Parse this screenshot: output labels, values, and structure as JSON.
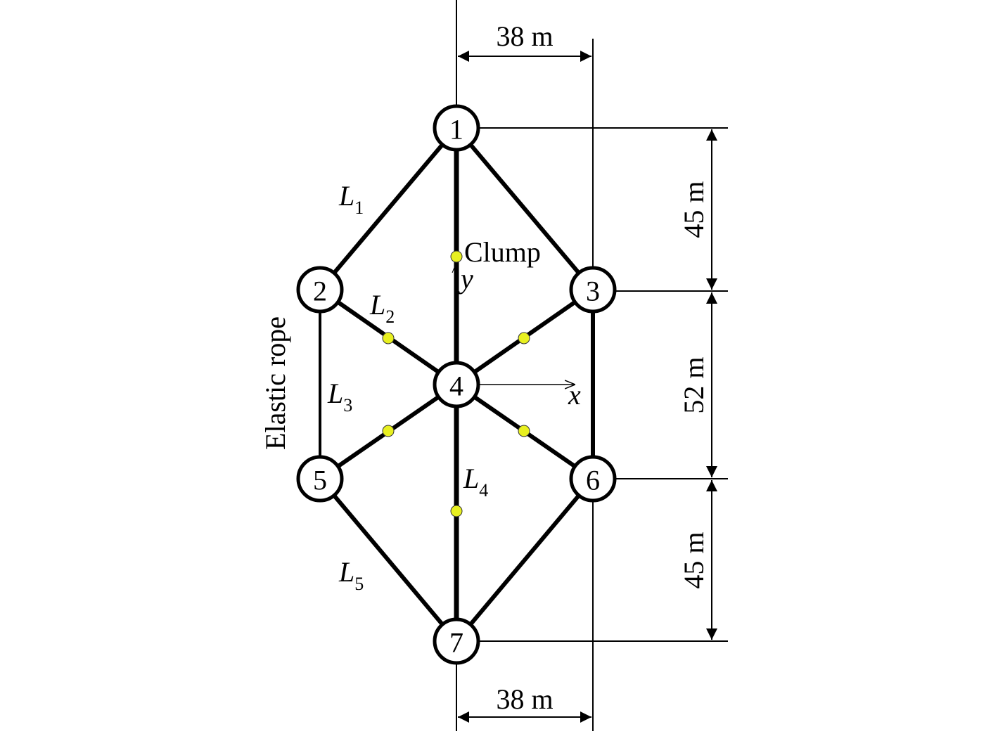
{
  "nodes": [
    "1",
    "2",
    "3",
    "4",
    "5",
    "6",
    "7"
  ],
  "rope_labels": [
    {
      "main": "L",
      "sub": "1"
    },
    {
      "main": "L",
      "sub": "2"
    },
    {
      "main": "L",
      "sub": "3"
    },
    {
      "main": "L",
      "sub": "4"
    },
    {
      "main": "L",
      "sub": "5"
    }
  ],
  "clump_label": "Clump",
  "elastic_rope_label": "Elastic rope",
  "axes": {
    "x": "x",
    "y": "y"
  },
  "dimensions": {
    "top_width": "38 m",
    "bottom_width": "38 m",
    "upper_height": "45 m",
    "middle_height": "52 m",
    "lower_height": "45 m"
  },
  "colors": {
    "clump": "#e8f020",
    "line": "#000000"
  }
}
